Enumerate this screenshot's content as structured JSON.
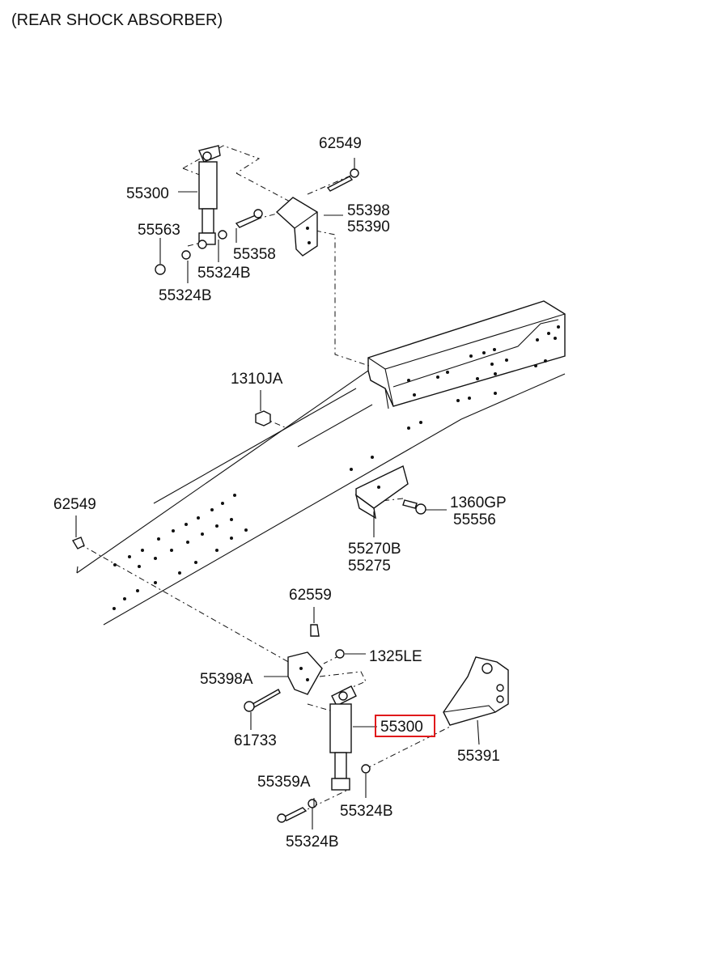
{
  "title": "(REAR SHOCK ABSORBER)",
  "highlight_color": "#e0191b",
  "labels": {
    "upper_shock": "55300",
    "upper_nut": "55563",
    "upper_washer_a": "55324B",
    "upper_washer_b": "55324B",
    "upper_bolt": "55358",
    "upper_bracket_bolt": "62549",
    "upper_bracket_1": "55398",
    "upper_bracket_2": "55390",
    "frame_nut": "1310JA",
    "frame_bolt": "62549",
    "mid_bolt_1": "1360GP",
    "mid_bolt_2": "55556",
    "mid_bracket_1": "55270B",
    "mid_bracket_2": "55275",
    "lower_nut": "62559",
    "lower_nut_2": "1325LE",
    "lower_bracket": "55398A",
    "lower_bracket_bolt": "61733",
    "lower_shock": "55300",
    "lower_mount": "55391",
    "lower_bolt": "55359A",
    "lower_washer_a": "55324B",
    "lower_washer_b": "55324B"
  }
}
